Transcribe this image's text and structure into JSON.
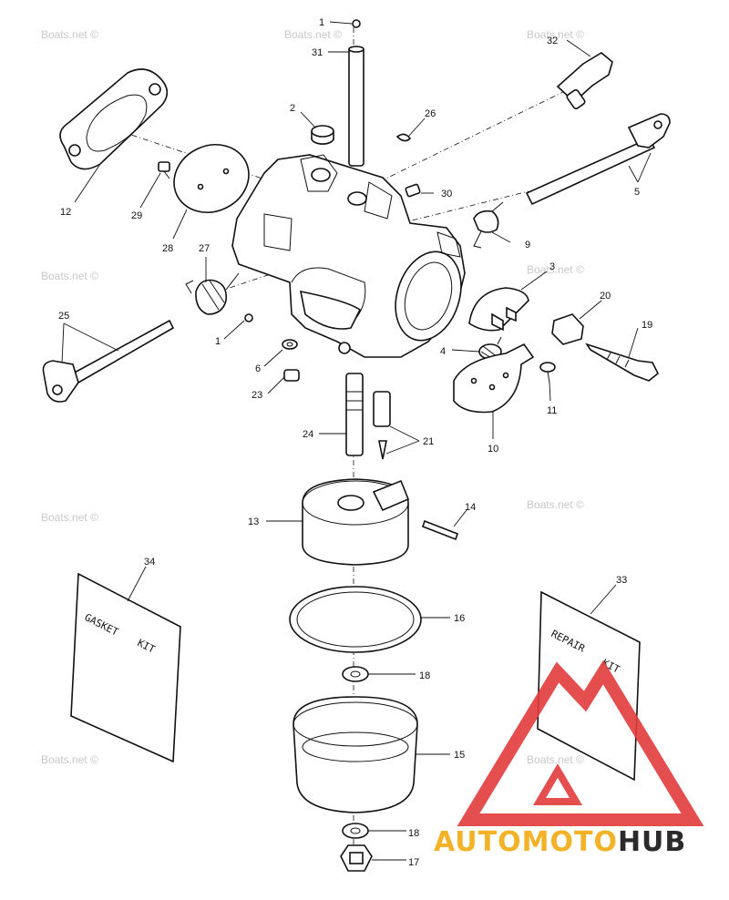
{
  "watermark": "Boats.net ©",
  "callouts": {
    "c1a": "1",
    "c31": "31",
    "c32": "32",
    "c2": "2",
    "c26": "26",
    "c12": "12",
    "c29": "29",
    "c30": "30",
    "c5": "5",
    "c28": "28",
    "c27": "27",
    "c9": "9",
    "c3": "3",
    "c20": "20",
    "c25": "25",
    "c1b": "1",
    "c19": "19",
    "c6": "6",
    "c4": "4",
    "c23": "23",
    "c11": "11",
    "c10": "10",
    "c24": "24",
    "c21": "21",
    "c14": "14",
    "c13": "13",
    "c34": "34",
    "c33": "33",
    "c16": "16",
    "c18a": "18",
    "c15": "15",
    "c18b": "18",
    "c17": "17"
  },
  "kits": {
    "gasket_kit_line1": "GASKET",
    "gasket_kit_line2": "KIT",
    "repair_kit_line1": "REPAIR",
    "repair_kit_line2": "KIT"
  },
  "logo": {
    "auto": "AUTO",
    "moto": "MOTO",
    "hub": "HUB",
    "color_auto": "#f3b227",
    "color_hub": "#2b2b2b",
    "color_mark": "#e23b3b"
  }
}
